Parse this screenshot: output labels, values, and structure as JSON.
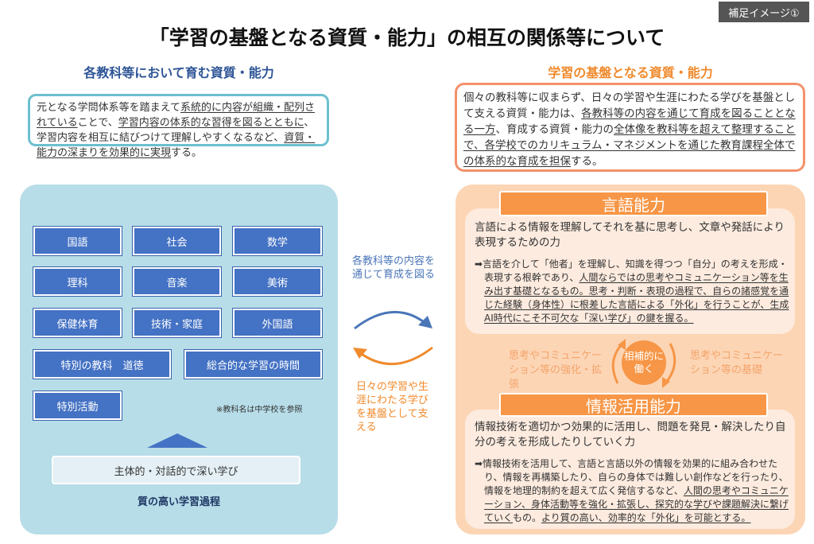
{
  "tag": "補足イメージ①",
  "title": "「学習の基盤となる資質・能力」の相互の関係等について",
  "left": {
    "heading": "各教科等において育む資質・能力",
    "desc": [
      "元となる学問体系等を踏まえて",
      "系統的に内容が組織・配列されている",
      "ことで、",
      "学習内容の体系的な習得を図るとともに",
      "、学習内容を相互に結びつけて理解しやすくなるなど、",
      "資質・能力の深まりを効果的に実現",
      "する。"
    ],
    "subjects": [
      "国語",
      "社会",
      "数学",
      "理科",
      "音楽",
      "美術",
      "保健体育",
      "技術・家庭",
      "外国語",
      "特別の教科　道徳",
      "総合的な学習の時間",
      "特別活動"
    ],
    "note": "※教科名は中学校を参照",
    "learning": "主体的・対話的で深い学び",
    "quality": "質の高い学習過程"
  },
  "middle": {
    "top": "各教科等の内容を通じて育成を図る",
    "bottom": "日々の学習や生涯にわたる学びを基盤として支える",
    "colors": {
      "top": "#4a76b8",
      "bottom": "#f08a2c"
    }
  },
  "right": {
    "heading": "学習の基盤となる資質・能力",
    "desc": [
      "個々の教科等に収まらず、日々の学習や生涯にわたる学びを基盤として支える資質・能力は、",
      "各教科等の内容を通じて育成を図ることとなる一方",
      "、育成する資質・能力の",
      "全体像を教科等を超えて整理することで、各学校でのカリキュラム・マネジメントを通じた教育課程全体での体系的な育成を担保",
      "する。"
    ],
    "language": {
      "title": "言語能力",
      "main": "言語による情報を理解してそれを基に思考し、文章や発話により表現するための力",
      "detail": [
        "➡言語を介して「他者」を理解し、知識を得つつ「自分」の考えを形成・表現する根幹であり、",
        "人間ならではの思考やコミュニケーション等を生み出す基礎となるもの。",
        "思考・判断・表現の過程で、自らの諸感覚を通じた経験（身体性）に根差した言語による「外化」を行うことが、生成AI時代にこそ不可欠な「深い学び」の鍵を握る。"
      ]
    },
    "complement": {
      "left": "思考やコミュニケーション等の強化・拡張",
      "center": "相補的に働く",
      "right": "思考やコミュニケーション等の基礎"
    },
    "information": {
      "title": "情報活用能力",
      "main": "情報技術を適切かつ効果的に活用し、問題を発見・解決したり自分の考えを形成したりしていく力",
      "detail": [
        "➡情報技術を活用して、言語と言語以外の情報を効果的に組み合わせたり、情報を再構築したり、自らの身体では難しい創作などを行ったり、情報を地理的制約を超えて広く発信するなど、",
        "人間の思考やコミュニケーション、身体活動等を強化・拡張し、探究的な学びや課題解決に繋げていく",
        "もの。",
        "より質の高い、効率的な「外化」を可能とする。"
      ]
    }
  }
}
